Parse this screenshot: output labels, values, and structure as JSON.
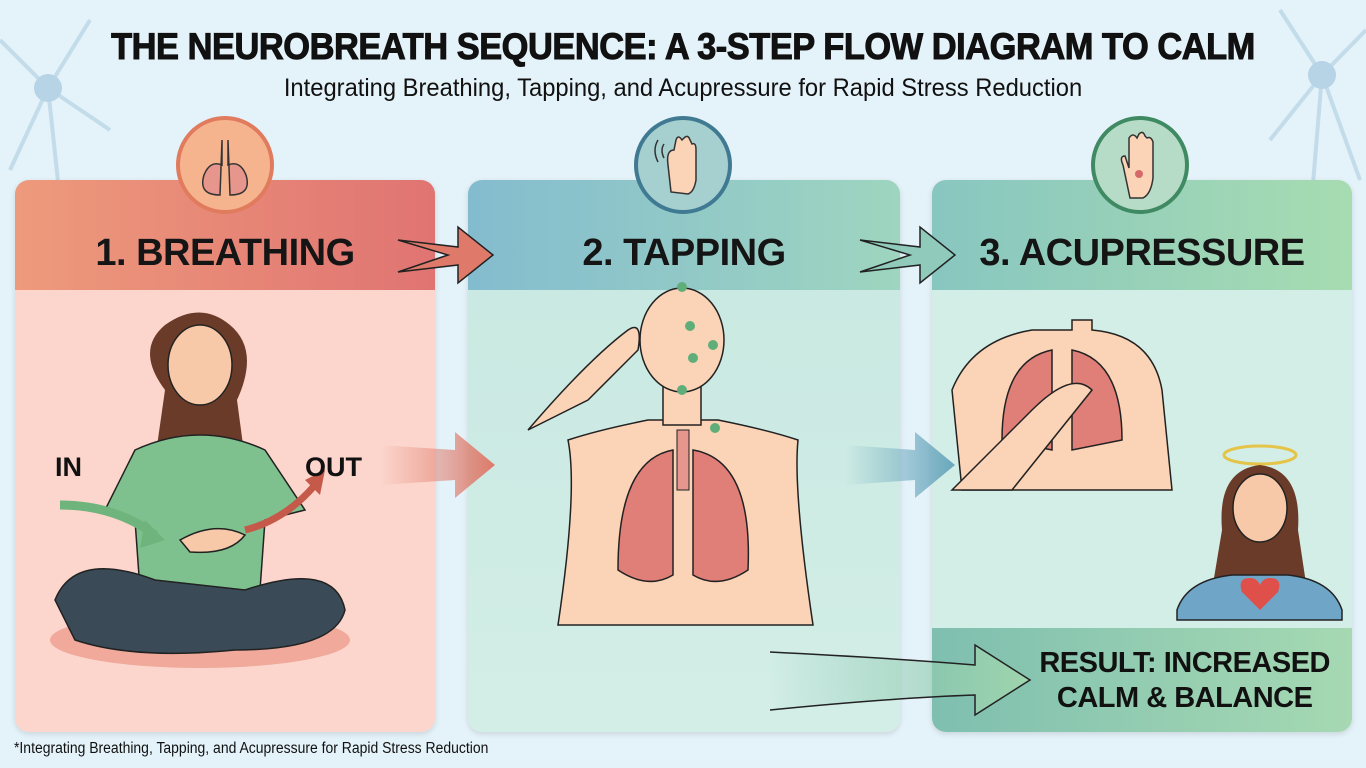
{
  "header": {
    "title": "THE NEUROBREATH SEQUENCE: A 3-STEP FLOW DIAGRAM TO CALM",
    "subtitle": "Integrating Breathing, Tapping, and Acupressure for Rapid Stress Reduction"
  },
  "steps": [
    {
      "label": "1. BREATHING",
      "icon": "lungs-icon",
      "color": "#e8806c"
    },
    {
      "label": "2. TAPPING",
      "icon": "tapping-hand-icon",
      "color": "#7fb8cc"
    },
    {
      "label": "3. ACUPRESSURE",
      "icon": "acupressure-hand-icon",
      "color": "#8fcfb0"
    }
  ],
  "breathing": {
    "in_label": "IN",
    "out_label": "OUT"
  },
  "result": {
    "line1": "RESULT: INCREASED",
    "line2": "CALM & BALANCE"
  },
  "footer": {
    "note": "*Integrating Breathing, Tapping, and Acupressure for Rapid Stress Reduction"
  }
}
